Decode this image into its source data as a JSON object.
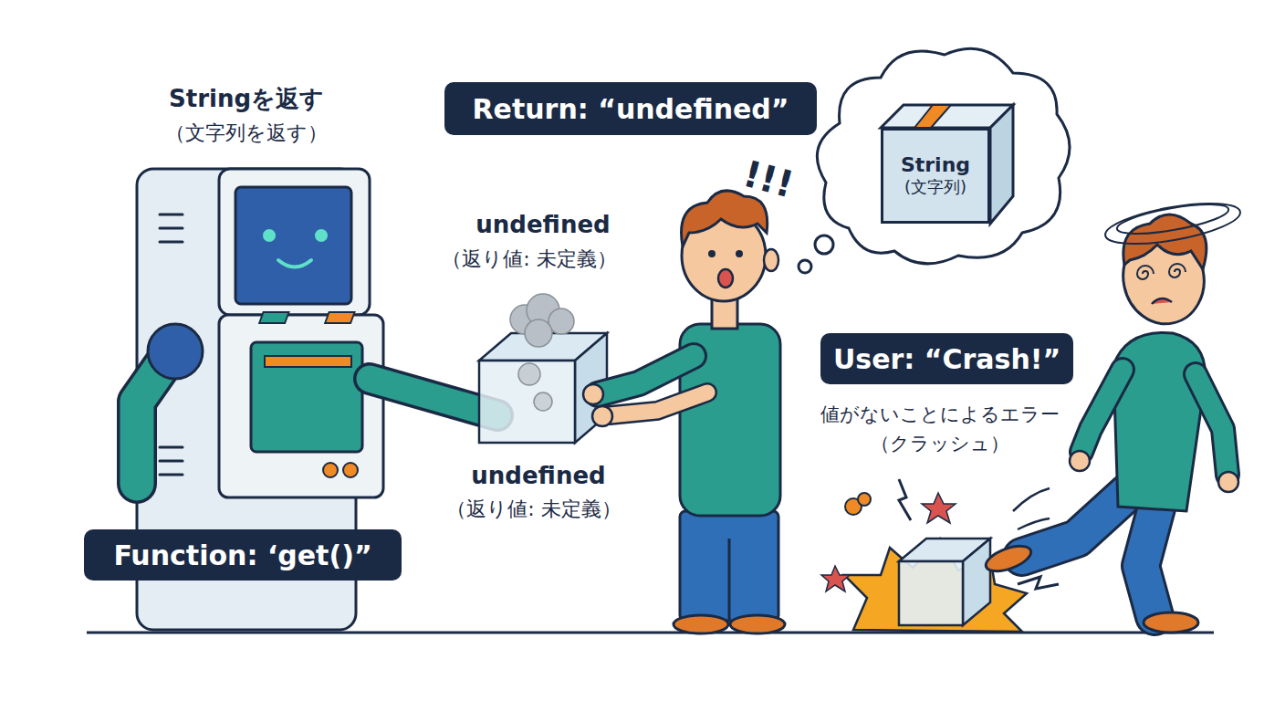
{
  "diagram": {
    "nodes": [
      {
        "text": [
          "Return: “undefined”"
        ]
      },
      {
        "text": [
          "String",
          "(文字列)"
        ]
      },
      {
        "text": [
          "User: “Crash!”"
        ]
      },
      {
        "text": [
          "Function: ‘get()”"
        ]
      }
    ],
    "labels": [
      "Stringを返す",
      "（文字列を返す）",
      "undefined",
      "（返り値: 未定義）",
      "undefined",
      "（返り値: 未定義）",
      "!!!",
      "値がないことによるエラー",
      "（クラッシュ）"
    ]
  }
}
